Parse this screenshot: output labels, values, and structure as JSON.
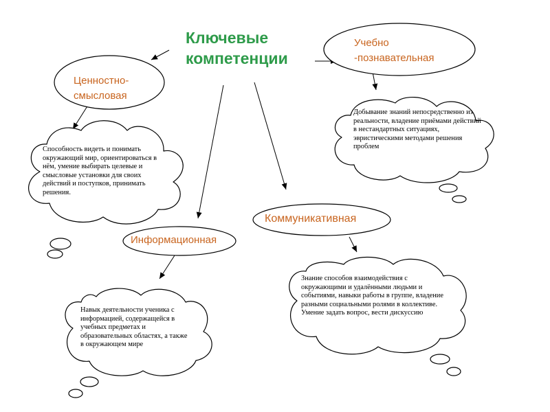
{
  "title": {
    "line1": "Ключевые",
    "line2": "компетенции"
  },
  "competencies": {
    "value": {
      "label_line1": "Ценностно-",
      "label_line2": "смысловая",
      "description": "Способность видеть и понимать окружающий мир, ориентироваться в нём, умение выбирать целевые и смысловые установки для своих действий и поступков, принимать решения."
    },
    "cognitive": {
      "label_line1": "Учебно",
      "label_line2": "-познавательная",
      "description": "Добывание знаний непосредственно из реальности, владение приёмами действий в нестандартных ситуациях, эвристическими методами решения проблем"
    },
    "informational": {
      "label": "Информационная",
      "description": "Навык деятельности ученика с информацией, содержащейся в учебных предметах и образовательных областях, а также  в окружающем мире"
    },
    "communicative": {
      "label": "Коммуникативная",
      "description": "Знание способов взаимодействия с окружающими и удалёнными людьми и событиями, навыки работы в группе, владение разными социальными ролями в коллективе. Умение задать вопрос, вести дискуссию"
    }
  },
  "colors": {
    "title": "#2e9b4a",
    "label": "#c8641e",
    "stroke": "#000000"
  }
}
